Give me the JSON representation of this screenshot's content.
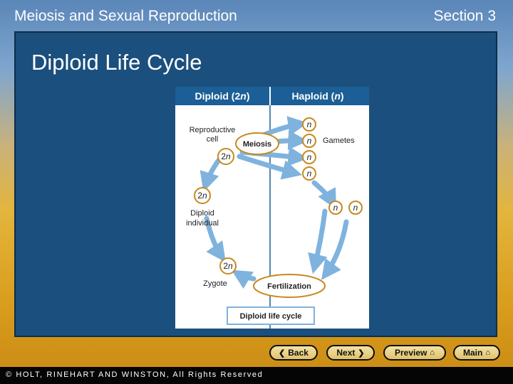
{
  "header": {
    "title": "Meiosis and Sexual Reproduction",
    "section": "Section 3"
  },
  "slide": {
    "title": "Diploid Life Cycle"
  },
  "figure": {
    "col_left_prefix": "Diploid (2",
    "col_left_italic": "n",
    "col_left_suffix": ")",
    "col_right_prefix": "Haploid (",
    "col_right_italic": "n",
    "col_right_suffix": ")",
    "reproductive_cell_line1": "Reproductive",
    "reproductive_cell_line2": "cell",
    "meiosis": "Meiosis",
    "gametes": "Gametes",
    "diploid_individual_line1": "Diploid",
    "diploid_individual_line2": "individual",
    "zygote": "Zygote",
    "fertilization": "Fertilization",
    "caption": "Diploid life cycle",
    "label_2n_digit": "2",
    "label_n": "n"
  },
  "nav": {
    "back": "Back",
    "next": "Next",
    "preview": "Preview",
    "main": "Main"
  },
  "footer": {
    "copyright": "© HOLT, RINEHART AND WINSTON, All Rights Reserved"
  },
  "colors": {
    "panel": "#1b4f7d",
    "figure_header": "#1b5f96",
    "arrow": "#7fb3de",
    "cell_border": "#c8891f",
    "nav_button": "#e8cd7a"
  }
}
